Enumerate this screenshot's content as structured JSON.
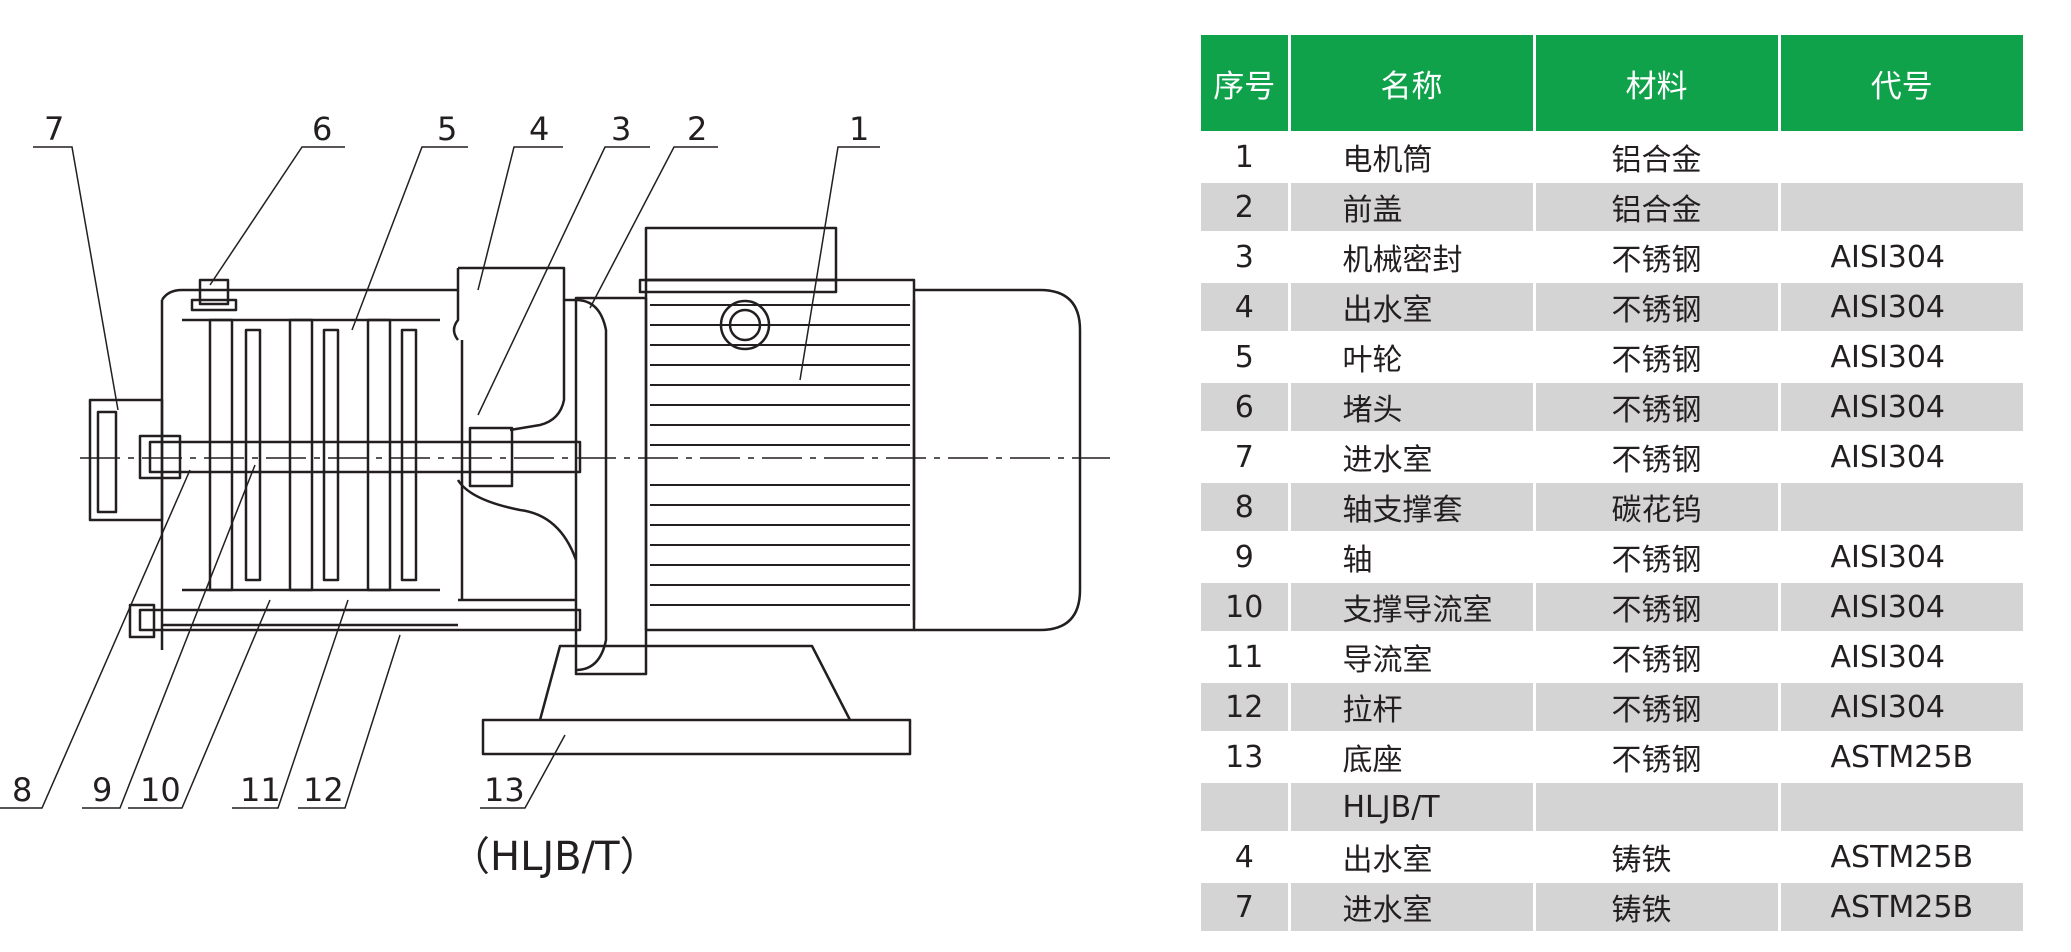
{
  "drawing": {
    "callouts": [
      "1",
      "2",
      "3",
      "4",
      "5",
      "6",
      "7",
      "8",
      "9",
      "10",
      "11",
      "12",
      "13"
    ],
    "caption": "（HLJB/T）"
  },
  "table": {
    "header_color": "#0fa24b",
    "stripe_color": "#d4d4d5",
    "headers": [
      "序号",
      "名称",
      "材料",
      "代号"
    ],
    "rows": [
      {
        "no": "1",
        "name": "电机筒",
        "material": "铝合金",
        "code": ""
      },
      {
        "no": "2",
        "name": "前盖",
        "material": "铝合金",
        "code": ""
      },
      {
        "no": "3",
        "name": "机械密封",
        "material": "不锈钢",
        "code": "AISI304"
      },
      {
        "no": "4",
        "name": "出水室",
        "material": "不锈钢",
        "code": "AISI304"
      },
      {
        "no": "5",
        "name": "叶轮",
        "material": "不锈钢",
        "code": "AISI304"
      },
      {
        "no": "6",
        "name": "堵头",
        "material": "不锈钢",
        "code": "AISI304"
      },
      {
        "no": "7",
        "name": "进水室",
        "material": "不锈钢",
        "code": "AISI304"
      },
      {
        "no": "8",
        "name": "轴支撑套",
        "material": "碳花钨",
        "code": ""
      },
      {
        "no": "9",
        "name": "轴",
        "material": "不锈钢",
        "code": "AISI304"
      },
      {
        "no": "10",
        "name": "支撑导流室",
        "material": "不锈钢",
        "code": "AISI304"
      },
      {
        "no": "11",
        "name": "导流室",
        "material": "不锈钢",
        "code": "AISI304"
      },
      {
        "no": "12",
        "name": "拉杆",
        "material": "不锈钢",
        "code": "AISI304"
      },
      {
        "no": "13",
        "name": "底座",
        "material": "不锈钢",
        "code": "ASTM25B"
      },
      {
        "no": "",
        "name": "HLJB/T",
        "material": "",
        "code": ""
      },
      {
        "no": "4",
        "name": "出水室",
        "material": "铸铁",
        "code": "ASTM25B"
      },
      {
        "no": "7",
        "name": "进水室",
        "material": "铸铁",
        "code": "ASTM25B"
      }
    ]
  }
}
